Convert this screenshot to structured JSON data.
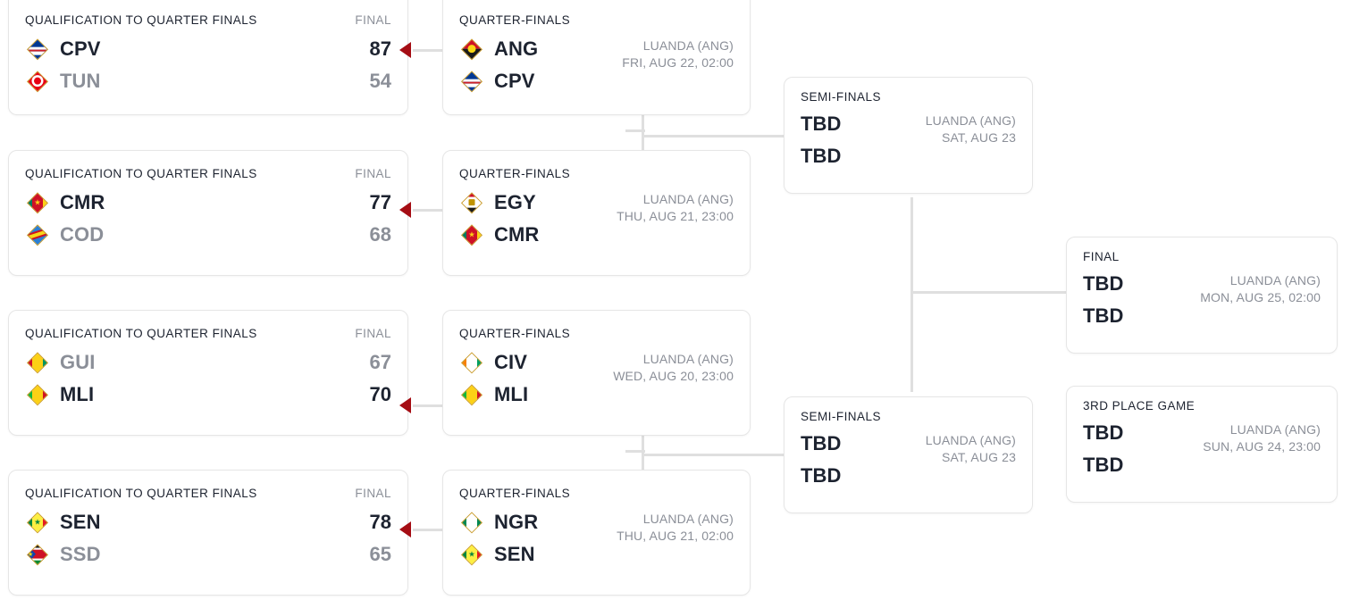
{
  "colors": {
    "winner_arrow": "#a50d14",
    "connector": "#dfdfdf",
    "card_border": "#e6e6e6",
    "text_primary": "#1d2330",
    "text_muted": "#8b8f98"
  },
  "labels": {
    "qualification": "QUALIFICATION TO QUARTER FINALS",
    "final_score_label": "FINAL",
    "quarter_finals": "QUARTER-FINALS",
    "semi_finals": "SEMI-FINALS",
    "final": "FINAL",
    "third_place": "3RD PLACE GAME",
    "tbd": "TBD"
  },
  "rounds": {
    "qualification": [
      {
        "id": "qual-1",
        "title": "QUALIFICATION TO QUARTER FINALS",
        "score_header": "FINAL",
        "teams": [
          {
            "abbr": "CPV",
            "score": "87",
            "winner": true,
            "flag": "cpv"
          },
          {
            "abbr": "TUN",
            "score": "54",
            "winner": false,
            "flag": "tun"
          }
        ]
      },
      {
        "id": "qual-2",
        "title": "QUALIFICATION TO QUARTER FINALS",
        "score_header": "FINAL",
        "teams": [
          {
            "abbr": "CMR",
            "score": "77",
            "winner": true,
            "flag": "cmr"
          },
          {
            "abbr": "COD",
            "score": "68",
            "winner": false,
            "flag": "cod"
          }
        ]
      },
      {
        "id": "qual-3",
        "title": "QUALIFICATION TO QUARTER FINALS",
        "score_header": "FINAL",
        "teams": [
          {
            "abbr": "GUI",
            "score": "67",
            "winner": false,
            "flag": "gui"
          },
          {
            "abbr": "MLI",
            "score": "70",
            "winner": true,
            "flag": "mli"
          }
        ]
      },
      {
        "id": "qual-4",
        "title": "QUALIFICATION TO QUARTER FINALS",
        "score_header": "FINAL",
        "teams": [
          {
            "abbr": "SEN",
            "score": "78",
            "winner": true,
            "flag": "sen"
          },
          {
            "abbr": "SSD",
            "score": "65",
            "winner": false,
            "flag": "ssd"
          }
        ]
      }
    ],
    "quarter_finals": [
      {
        "id": "qf-1",
        "title": "QUARTER-FINALS",
        "venue": "LUANDA (ANG)",
        "datetime": "FRI, AUG 22, 02:00",
        "teams": [
          {
            "abbr": "ANG",
            "flag": "ang"
          },
          {
            "abbr": "CPV",
            "flag": "cpv"
          }
        ]
      },
      {
        "id": "qf-2",
        "title": "QUARTER-FINALS",
        "venue": "LUANDA (ANG)",
        "datetime": "THU, AUG 21, 23:00",
        "teams": [
          {
            "abbr": "EGY",
            "flag": "egy"
          },
          {
            "abbr": "CMR",
            "flag": "cmr"
          }
        ]
      },
      {
        "id": "qf-3",
        "title": "QUARTER-FINALS",
        "venue": "LUANDA (ANG)",
        "datetime": "WED, AUG 20, 23:00",
        "teams": [
          {
            "abbr": "CIV",
            "flag": "civ"
          },
          {
            "abbr": "MLI",
            "flag": "mli"
          }
        ]
      },
      {
        "id": "qf-4",
        "title": "QUARTER-FINALS",
        "venue": "LUANDA (ANG)",
        "datetime": "THU, AUG 21, 02:00",
        "teams": [
          {
            "abbr": "NGR",
            "flag": "ngr"
          },
          {
            "abbr": "SEN",
            "flag": "sen"
          }
        ]
      }
    ],
    "semi_finals": [
      {
        "id": "sf-1",
        "title": "SEMI-FINALS",
        "venue": "LUANDA (ANG)",
        "datetime": "SAT, AUG 23",
        "teams": [
          {
            "abbr": "TBD"
          },
          {
            "abbr": "TBD"
          }
        ]
      },
      {
        "id": "sf-2",
        "title": "SEMI-FINALS",
        "venue": "LUANDA (ANG)",
        "datetime": "SAT, AUG 23",
        "teams": [
          {
            "abbr": "TBD"
          },
          {
            "abbr": "TBD"
          }
        ]
      }
    ],
    "final": {
      "id": "final",
      "title": "FINAL",
      "venue": "LUANDA (ANG)",
      "datetime": "MON, AUG 25, 02:00",
      "teams": [
        {
          "abbr": "TBD"
        },
        {
          "abbr": "TBD"
        }
      ]
    },
    "third_place": {
      "id": "third-place",
      "title": "3RD PLACE GAME",
      "venue": "LUANDA (ANG)",
      "datetime": "SUN, AUG 24, 23:00",
      "teams": [
        {
          "abbr": "TBD"
        },
        {
          "abbr": "TBD"
        }
      ]
    }
  }
}
